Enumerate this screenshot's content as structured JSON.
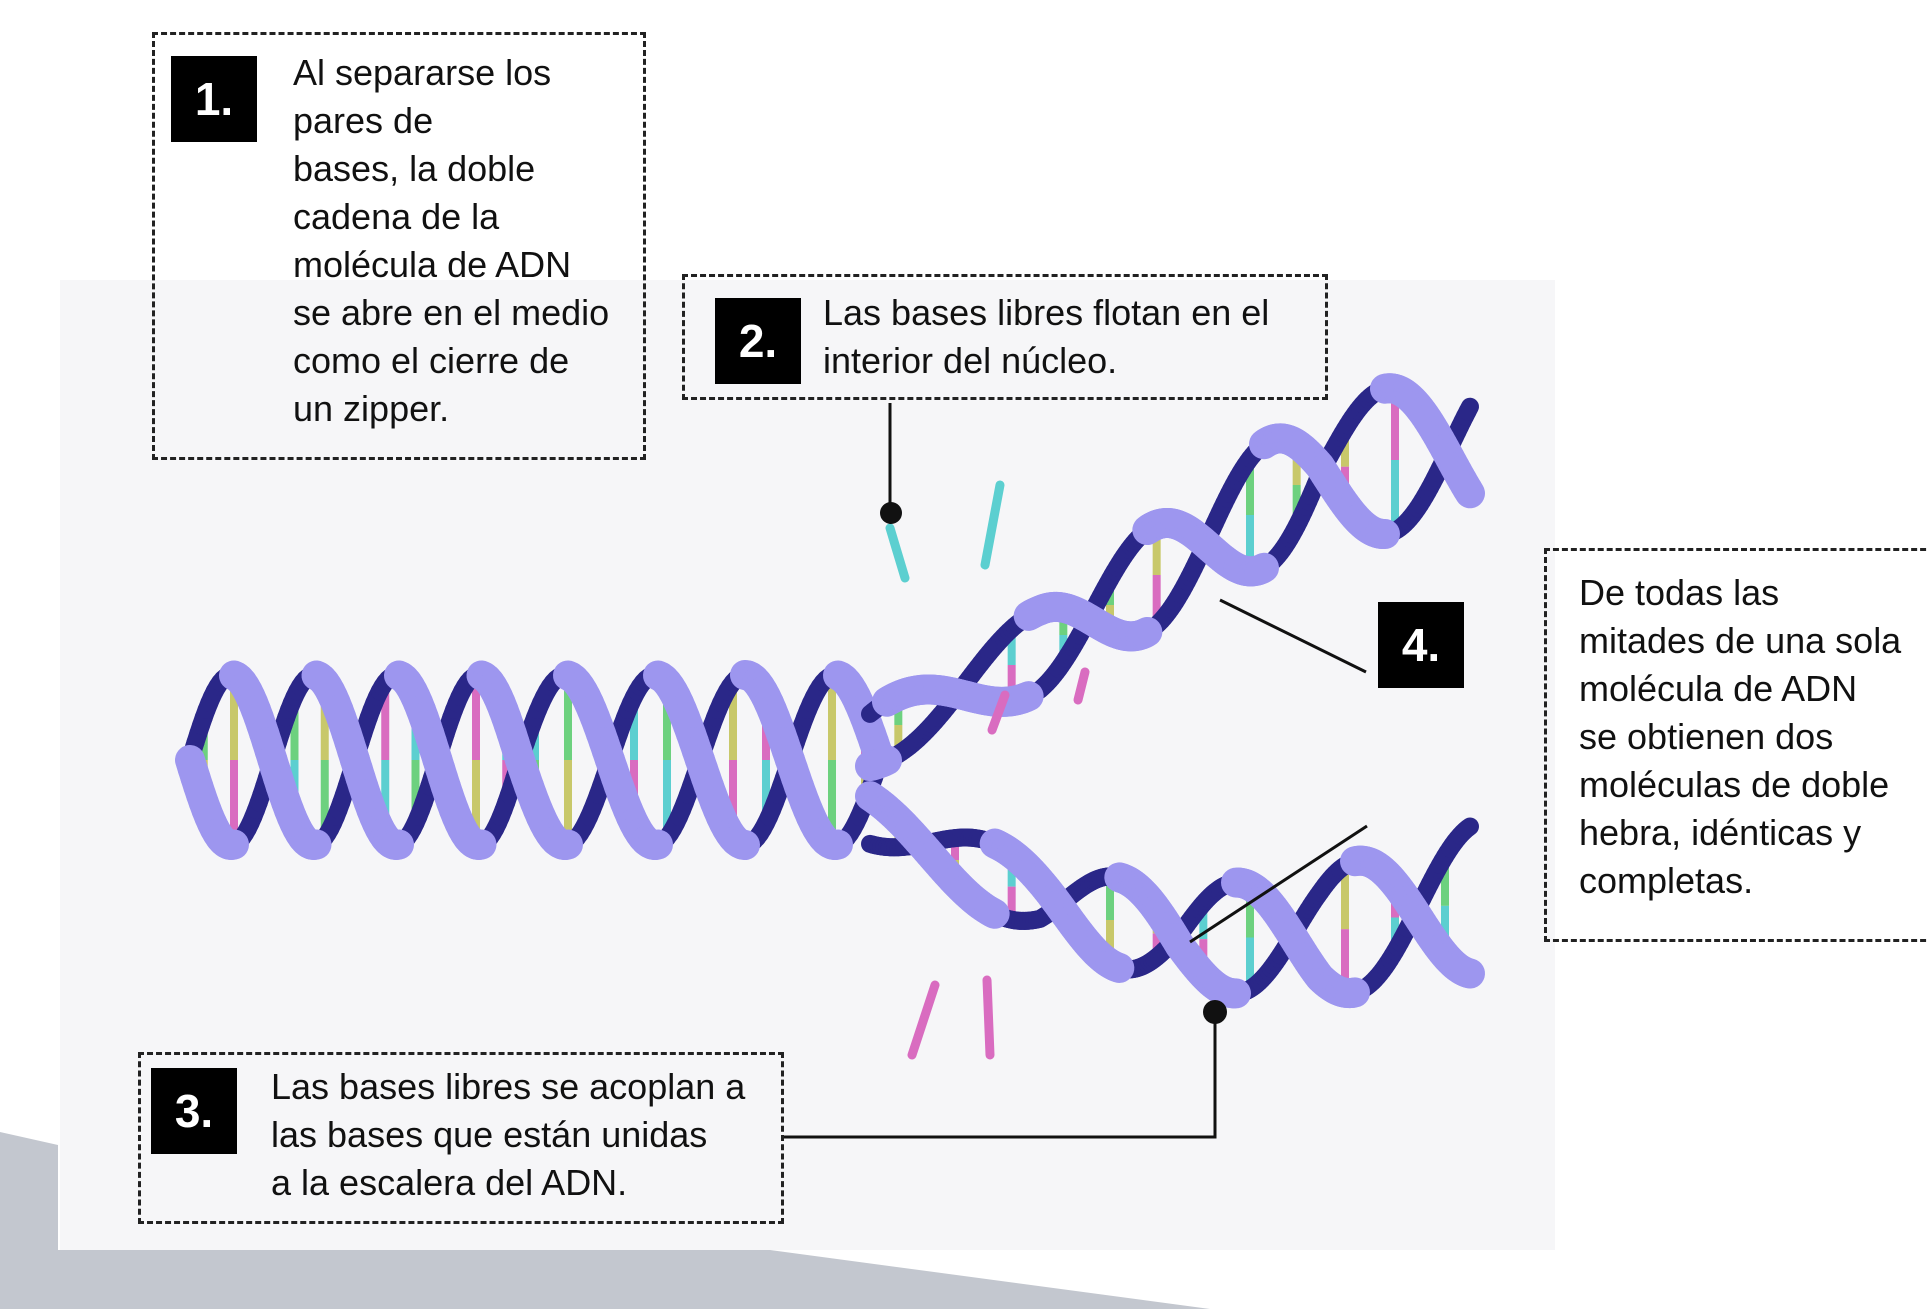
{
  "colors": {
    "backbone_light": "#9d96ef",
    "backbone_dark": "#2a2788",
    "base_yellow": "#c8c86a",
    "base_green": "#6dd17f",
    "base_cyan": "#5ccfd0",
    "base_pink": "#d96cc0",
    "panel_gray": "#f6f6f8",
    "floor_gray": "#c3c7cf"
  },
  "callouts": {
    "step1": {
      "number": "1.",
      "lines": [
        "Al separarse los",
        "pares de",
        "bases, la doble",
        "cadena de la",
        "molécula de ADN",
        "se abre en el medio",
        "como el cierre de",
        "un zipper."
      ]
    },
    "step2": {
      "number": "2.",
      "lines": [
        "Las bases libres flotan en el",
        "interior del núcleo."
      ]
    },
    "step3": {
      "number": "3.",
      "lines": [
        "Las bases libres se acoplan a",
        "las bases que están unidas",
        "a la escalera del ADN."
      ]
    },
    "step4": {
      "number": "4.",
      "lines": [
        "De todas las",
        "mitades de una sola",
        "molécula de ADN",
        "se obtienen dos",
        "moléculas de doble",
        "hebra, idénticas y",
        "completas."
      ]
    }
  }
}
